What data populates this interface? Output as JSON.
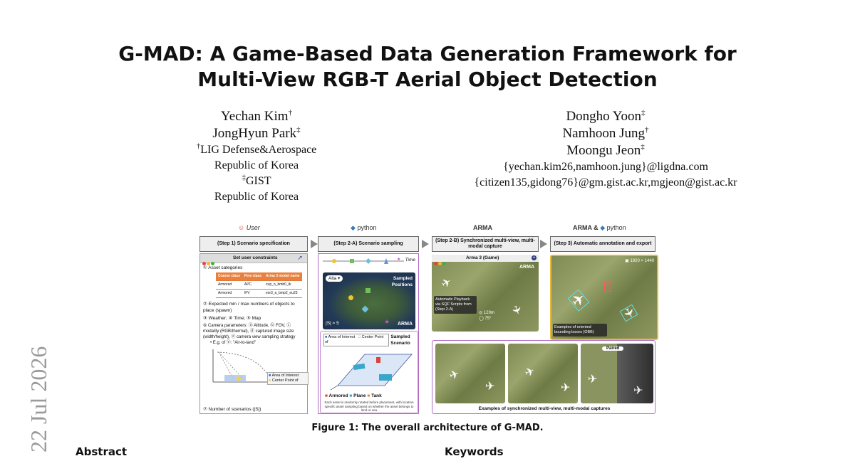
{
  "paper": {
    "title_line1": "G-MAD: A Game-Based Data Generation Framework for",
    "title_line2": "Multi-View RGB-T Aerial Object Detection",
    "side_date": "22 Jul 2026",
    "authors_left": {
      "a1": "Yechan Kim",
      "a1_mark": "†",
      "a2": "JongHyun Park",
      "a2_mark": "‡",
      "aff1_mark": "†",
      "aff1": "LIG Defense&Aerospace",
      "aff1_country": "Republic of Korea",
      "aff2_mark": "‡",
      "aff2": "GIST",
      "aff2_country": "Republic of Korea"
    },
    "authors_right": {
      "a3": "Dongho Yoon",
      "a3_mark": "‡",
      "a4": "Namhoon Jung",
      "a4_mark": "†",
      "a5": "Moongu Jeon",
      "a5_mark": "‡",
      "email1": "{yechan.kim26,namhoon.jung}@ligdna.com",
      "email2": "{citizen135,gidong76}@gm.gist.ac.kr,mgjeon@gist.ac.kr"
    },
    "caption": "Figure 1: The overall architecture of G-MAD.",
    "abstract_heading": "Abstract",
    "keywords_heading": "Keywords"
  },
  "figure": {
    "user_label": "User",
    "python_label": "python",
    "arma_label": "ARMA",
    "step1": "(Step 1) Scenario specification",
    "step2a": "(Step 2-A) Scenario sampling",
    "step2b": "(Step 2-B) Synchronized multi-view, multi-modal capture",
    "step3": "(Step 3) Automatic annotation and export",
    "set_constraints": "Set user constraints",
    "item1_num": "①",
    "item1": "Asset categories",
    "table_headers": [
      "Coarse class",
      "Fine class",
      "Arma 3 model name"
    ],
    "table_rows": [
      [
        "Armored",
        "APC",
        "cup_o_bmb0_tk"
      ],
      [
        "Armored",
        "IFV",
        "esr3_a_bmp2_eu23"
      ]
    ],
    "item2_num": "②",
    "item2": "Expected min / max numbers of objects to place (spawn)",
    "item3": "③ Weather; ④ Time; ⑤ Map",
    "item6": "⑥ Camera parameters: ⓐ Altitude, ⓑ FOV, ⓒ modality (RGB/thermal), ⓓ captured image size (width/height), ⓔ camera view sampling strategy",
    "item6_example": "E.g. of ⓔ: \"Air-to-land\"",
    "aoi_label": "Area of Interest",
    "center_label": "Center Point of",
    "item7": "⑦ Number of scenarios (|S|)",
    "time_label": "Time",
    "map_name": "Alta",
    "sampled_positions": "Sampled Positions",
    "s_count": "|S| = 5",
    "area_of_interest": "Area of Interest",
    "center_point": "Center Point of",
    "sampled_scenario": "Sampled Scenario",
    "legend_items": [
      "Armored",
      "Plane",
      "Tank"
    ],
    "legend_colors": [
      "#d9443a",
      "#3aa6c9",
      "#e98a3d"
    ],
    "rotation_note": "Each asset is randomly rotated before placement, with location specific asset sampling based on whether the asset belongs to land or sea",
    "arma_window": "Arma 3 (Game)",
    "auto_playback": "Automatic Playback via SQF Scripts from (Step 2-A)",
    "altitude": "120m",
    "angle": "75°",
    "resolution": "1920 × 1440",
    "obb_label": "Examples of oriented bounding boxes (OBB)",
    "paired_label": "Paired",
    "sync_label": "Examples of synchronized multi-view, multi-modal captures"
  }
}
